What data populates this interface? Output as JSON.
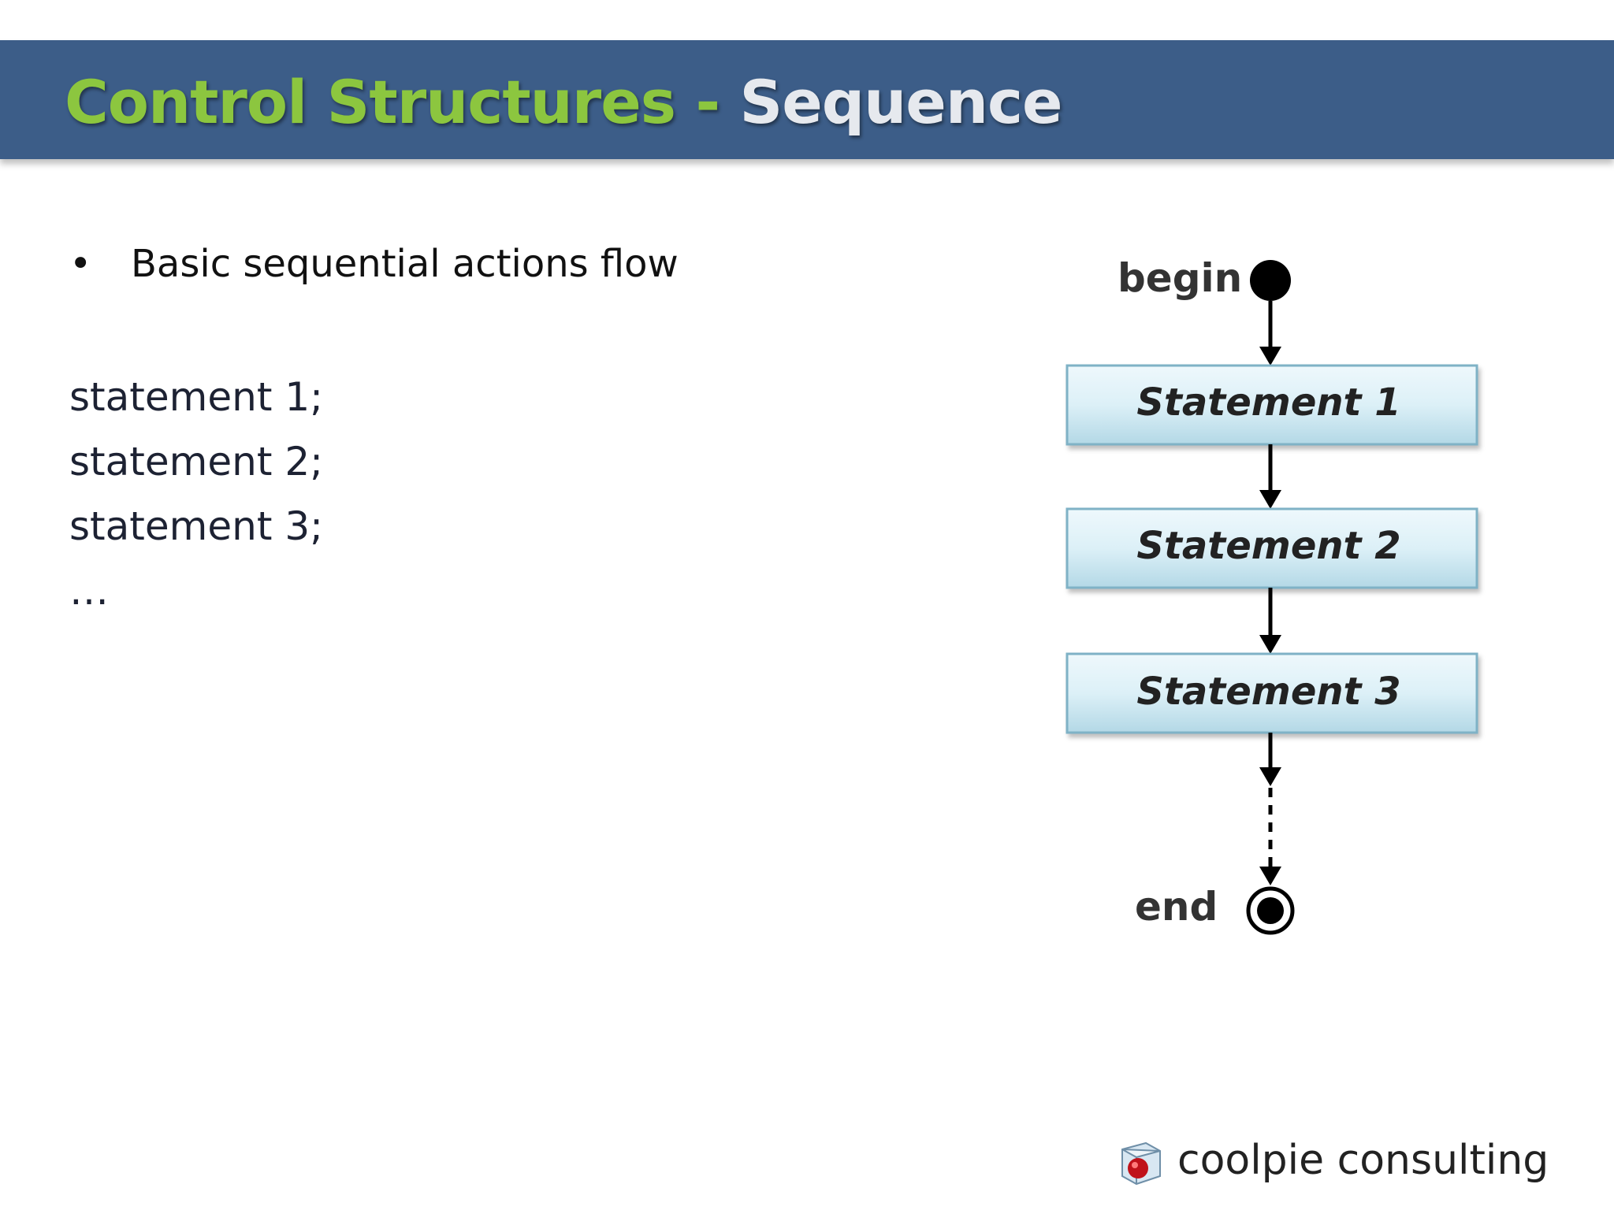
{
  "header": {
    "title_main": "Control Structures",
    "title_separator": " - ",
    "title_sub": "Sequence",
    "bar_color": "#3c5d88",
    "title_color": "#8cc63f"
  },
  "content": {
    "bullet_symbol": "•",
    "bullet_text": "Basic sequential actions flow",
    "statements": [
      "statement 1;",
      "statement 2;",
      "statement 3;",
      "…"
    ]
  },
  "flowchart": {
    "begin_label": "begin",
    "end_label": "end",
    "steps": [
      "Statement 1",
      "Statement 2",
      "Statement 3"
    ],
    "box_color_top": "#e9f5fa",
    "box_color_bottom": "#b9dce9"
  },
  "brand": {
    "name": "coolpie consulting",
    "logo_icon": "cube-logo-icon"
  }
}
